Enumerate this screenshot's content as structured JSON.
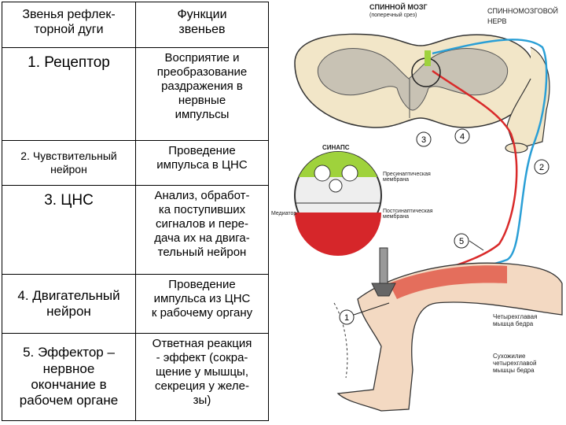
{
  "table": {
    "header": {
      "col1": "Звенья рефлек-\nторной дуги",
      "col2": "Функции\nзвеньев"
    },
    "rows": [
      {
        "link": "1. Рецептор",
        "func": "Восприятие и\nпреобразование\nраздражения в\nнервные\nимпульсы"
      },
      {
        "link": "2. Чувствительный\nнейрон",
        "func": "Проведение\nимпульса в ЦНС"
      },
      {
        "link": "3. ЦНС",
        "func": "Анализ, обработ-\nка поступивших\nсигналов и пере-\nдача их на двига-\nтельный нейрон"
      },
      {
        "link": "4. Двигательный\nнейрон",
        "func": "Проведение\nимпульса из ЦНС\nк рабочему органу"
      },
      {
        "link": "5. Эффектор –\nнервное\nокончание в\nрабочем органе",
        "func": "Ответная реакция\n- эффект (сокра-\nщение у мышцы,\nсекреция у желе-\nзы)"
      }
    ]
  },
  "diagram": {
    "spinal_cord": "СПИННОЙ МОЗГ",
    "cross_section": "(поперечный срез)",
    "spinal_nerve": "СПИННОМОЗГОВОЙ\nНЕРВ",
    "synapse": "СИНАПС",
    "presynaptic": "Пресинаптическая\nмембрана",
    "mediator": "Медиатор",
    "postsynaptic": "Постсинаптическая\nмембрана",
    "quadriceps": "Четырехглавая\nмышца бедра",
    "tendon": "Сухожилие\nчетырехглавой\nмышцы бедра",
    "numbers": [
      "1",
      "2",
      "3",
      "4",
      "5"
    ]
  },
  "colors": {
    "sensory": "#2a9fd6",
    "motor": "#d92a2a",
    "cord": "#f2e6c8",
    "synapse_green": "#9fd23c",
    "synapse_red": "#d6262a"
  }
}
